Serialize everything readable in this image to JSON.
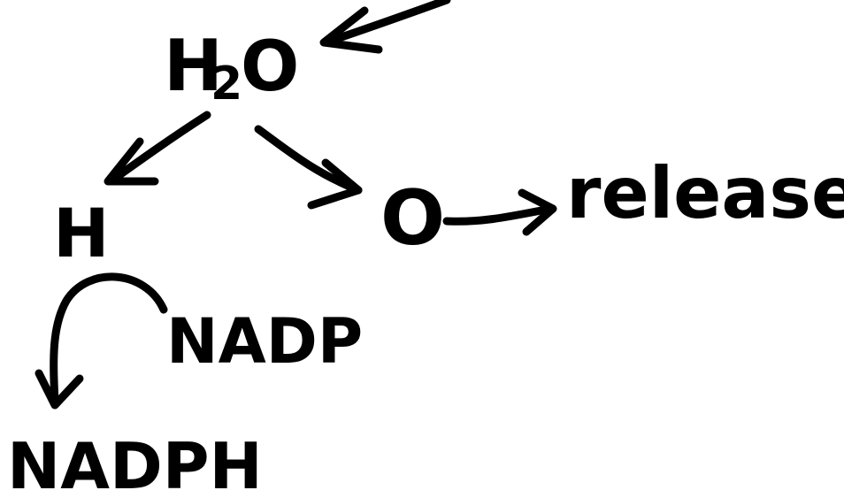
{
  "nodes": {
    "water": {
      "main": "H",
      "sub": "2",
      "tail": "O"
    },
    "hydrogen": {
      "label": "H"
    },
    "oxygen": {
      "label": "O"
    },
    "released": {
      "label": "released"
    },
    "nadp": {
      "label": "NADP"
    },
    "nadph": {
      "label": "NADPH"
    }
  },
  "colors": {
    "ink": "#000000",
    "background": "#ffffff"
  }
}
